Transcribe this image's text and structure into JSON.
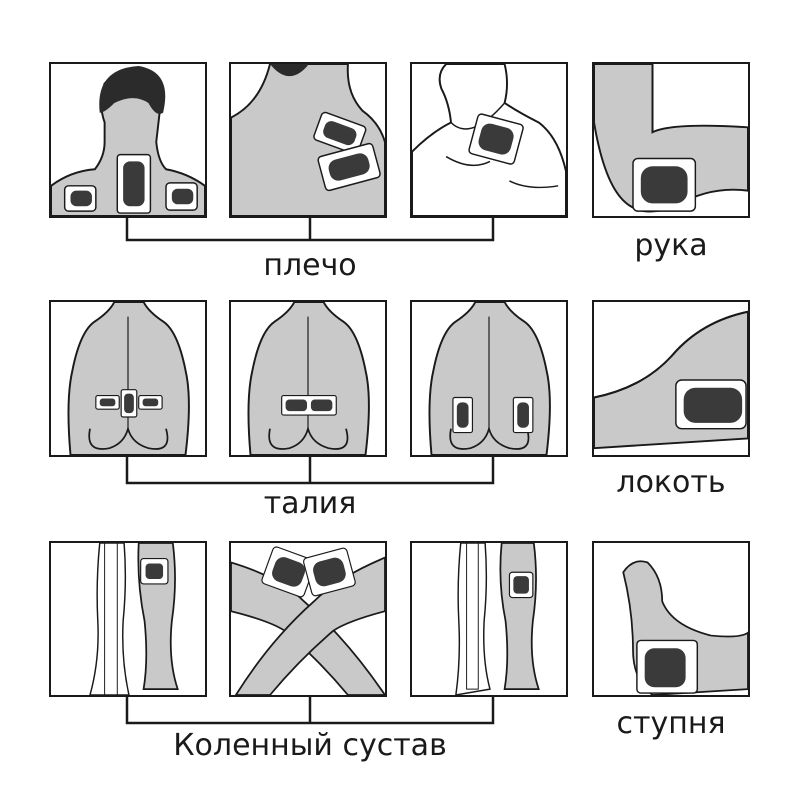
{
  "labels": {
    "shoulder": "плечо",
    "arm": "рука",
    "waist": "талия",
    "elbow": "локоть",
    "knee": "Коленный сустав",
    "foot": "ступня"
  },
  "colors": {
    "body": "#c9c9c9",
    "pad": "#3a3a3a",
    "line": "#1a1a1a"
  }
}
